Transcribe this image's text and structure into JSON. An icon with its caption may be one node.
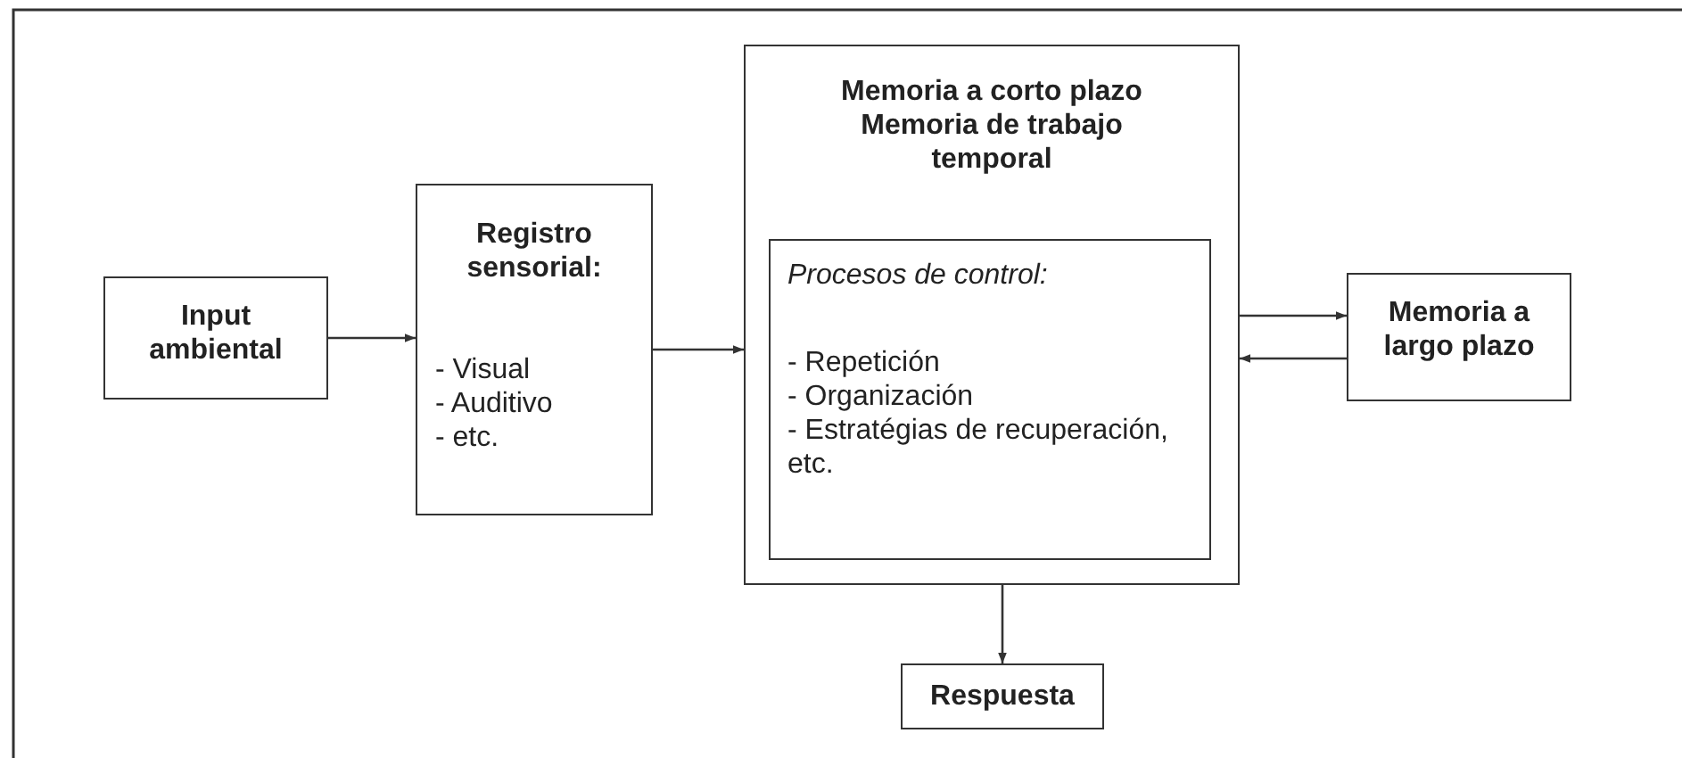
{
  "diagram": {
    "nodes": [
      {
        "text": [
          "Input ambiental"
        ]
      },
      {
        "text": [
          "Registro sensorial:",
          "- Visual",
          "- Auditivo",
          "- etc."
        ]
      },
      {
        "text": [
          "Memoria a corto plazo",
          "Memoria de trabajo temporal"
        ]
      },
      {
        "text": [
          "Procesos de control:",
          "- Repetición",
          "- Organización",
          "- Estratégias de recuperación, etc."
        ],
        "in": 2
      },
      {
        "text": [
          "Memoria a largo plazo"
        ]
      },
      {
        "text": [
          "Respuesta"
        ]
      }
    ],
    "edges": [
      {
        "from": 0,
        "to": 1,
        "arrow": "to"
      },
      {
        "from": 1,
        "to": 2,
        "arrow": "to"
      },
      {
        "from": 2,
        "to": 4,
        "arrow": "to"
      },
      {
        "from": 4,
        "to": 2,
        "arrow": "to"
      },
      {
        "from": 2,
        "to": 5,
        "arrow": "to"
      }
    ]
  }
}
